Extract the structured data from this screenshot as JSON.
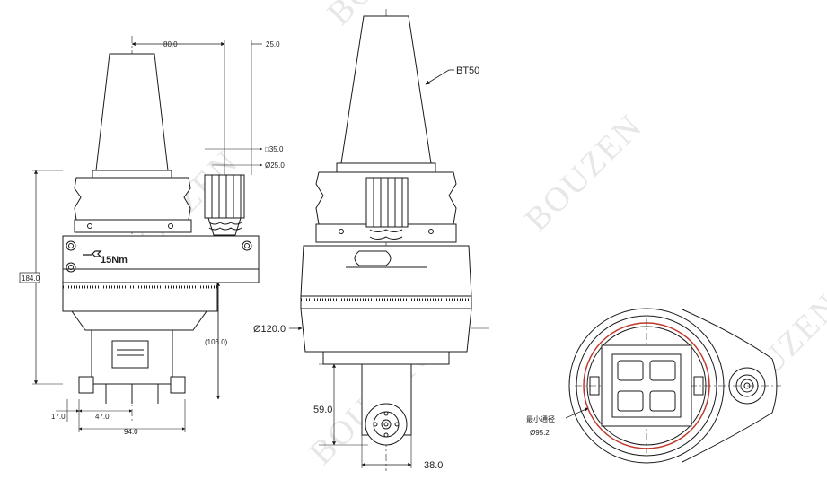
{
  "watermark": {
    "text": "BOUZEN"
  },
  "side_view": {
    "dims": {
      "top_left": "80.0",
      "top_right": "25.0",
      "square": "□35.0",
      "round": "Ø25.0",
      "height": "184.0",
      "offset": "(106.0)",
      "bottom_a": "17.0",
      "bottom_b": "47.0",
      "bottom_c": "94.0"
    },
    "torque": "15Nm"
  },
  "front_view": {
    "taper": "BT50",
    "diameter": "Ø120.0",
    "height": "59.0",
    "width": "38.0"
  },
  "bottom_view": {
    "min_bore_label": "最小通径",
    "min_bore_value": "Ø95.2"
  },
  "colors": {
    "line": "#1a1a1a",
    "red_ring": "#c0392b",
    "watermark": "#bcbcbc"
  }
}
